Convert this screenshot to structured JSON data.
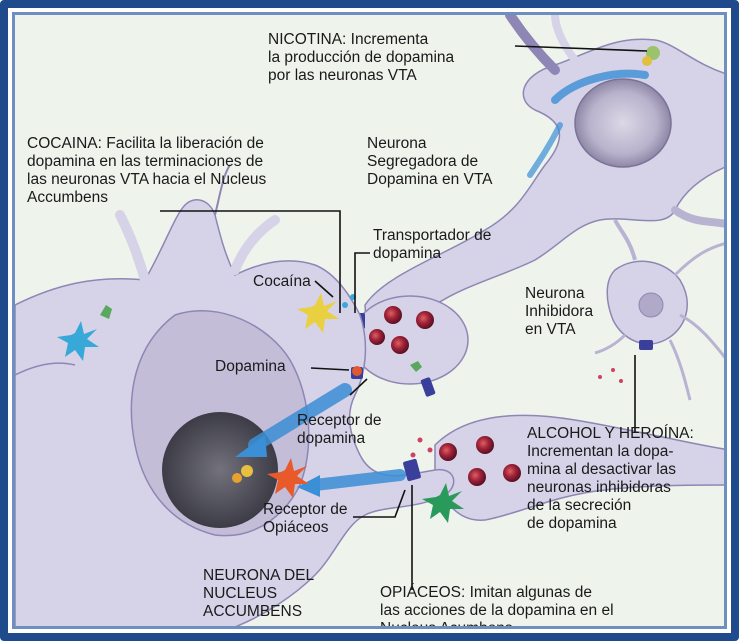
{
  "labels": {
    "nicotina": "NICOTINA: Incrementa\nla producción de dopamina\npor las neuronas VTA",
    "cocaina_effect": "COCAINA: Facilita la liberación de\ndopamina en las terminaciones de\nlas neuronas VTA hacia el Nucleus\nAccumbens",
    "neurona_vta": "Neurona\nSegregadora de\nDopamina en VTA",
    "transportador": "Transportador de\ndopamina",
    "cocaina": "Cocaína",
    "neurona_inhibidora": "Neurona\nInhibidora\nen VTA",
    "dopamina": "Dopamina",
    "receptor_dopamina": "Receptor de\ndopamina",
    "alcohol_heroina": "ALCOHOL Y HEROÍNA:\nIncrementan la dopa-\nmina al desactivar las\nneuronas inhibidoras\nde la secreción\nde dopamina",
    "receptor_opiaceos": "Receptor de\nOpiáceos",
    "neurona_nucleus": "NEURONA DEL\nNUCLEUS\nACCUMBENS",
    "opiaceos": "OPIÁCEOS: Imitan algunas de\nlas acciones de la dopamina en el\nNucleus Acumbens"
  },
  "colors": {
    "frame_border": "#1f4b8c",
    "neuron_fill": "#d7d3e8",
    "neuron_edge": "#8e86b4",
    "vesicle": "#a0233a",
    "arrow_blue": "#3b8fd6",
    "receptor": "#3a3f9c"
  }
}
